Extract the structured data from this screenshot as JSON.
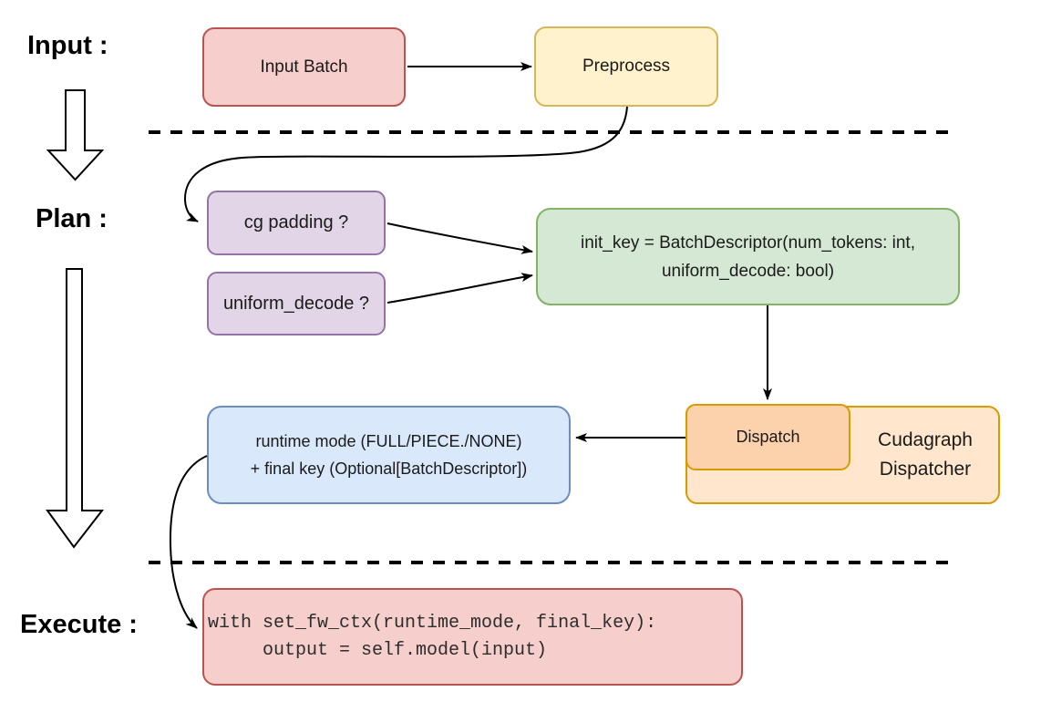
{
  "diagram": {
    "stage_labels": {
      "input": "Input :",
      "plan": "Plan :",
      "execute": "Execute :"
    },
    "nodes": {
      "input_batch": {
        "label": "Input Batch",
        "fill": "#f6cecb",
        "border": "#b85450"
      },
      "preprocess": {
        "label": "Preprocess",
        "fill": "#fff2cc",
        "border": "#d6b656"
      },
      "cg_padding": {
        "label": "cg padding ?",
        "fill": "#e1d5e7",
        "border": "#9673a6"
      },
      "uniform_decode": {
        "label": "uniform_decode ?",
        "fill": "#e1d5e7",
        "border": "#9673a6"
      },
      "init_key": {
        "line1": "init_key = BatchDescriptor(num_tokens: int,",
        "line2": "uniform_decode: bool)",
        "fill": "#d5e8d4",
        "border": "#82b366"
      },
      "dispatch": {
        "label": "Dispatch",
        "fill": "#fcd2ad",
        "border": "#d79b00"
      },
      "cudagraph_dispatcher": {
        "line1": "Cudagraph",
        "line2": "Dispatcher",
        "fill": "#ffe6cc",
        "border": "#d79b00"
      },
      "runtime_result": {
        "line1": "runtime mode (FULL/PIECE./NONE)",
        "line2": "+ final key (Optional[BatchDescriptor])",
        "fill": "#dae8fc",
        "border": "#6c8ebf"
      },
      "execute_code": {
        "line1": "with set_fw_ctx(runtime_mode, final_key):",
        "line2": "     output = self.model(input)",
        "fill": "#f6cecb",
        "border": "#b85450"
      }
    },
    "connector_color": "#000000"
  }
}
